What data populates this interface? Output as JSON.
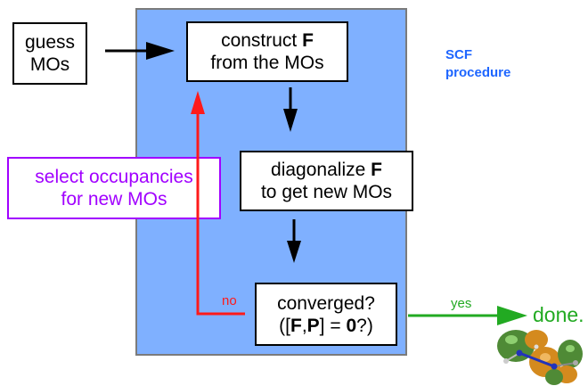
{
  "diagram": {
    "guess": {
      "line1": "guess",
      "line2": "MOs"
    },
    "construct": {
      "line1_prefix": "construct ",
      "line1_bold": "F",
      "line2": "from the MOs"
    },
    "diagonalize": {
      "line1_prefix": "diagonalize ",
      "line1_bold": "F",
      "line2": "to get new MOs"
    },
    "converged": {
      "line1": "converged?",
      "p_open": "([",
      "F": "F",
      "comma": ",",
      "P": "P",
      "mid": "] = ",
      "zero": "0",
      "p_close": "?)"
    },
    "select": {
      "line1": "select occupancies",
      "line2": "for new MOs"
    },
    "scf": {
      "line1": "SCF",
      "line2": "procedure"
    },
    "no_label": "no",
    "yes_label": "yes",
    "done_label": "done."
  },
  "colors": {
    "panel": "#7fb0ff",
    "loop": "#ff1a1a",
    "select": "#a100ff",
    "done": "#22aa22",
    "scf_text": "#1e66ff"
  }
}
